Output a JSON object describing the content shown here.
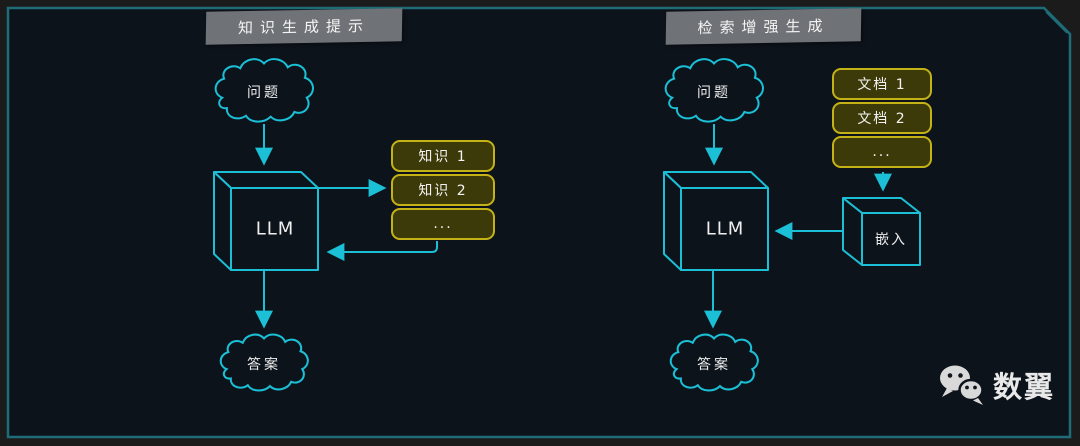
{
  "panels": [
    {
      "title": "知识生成提示",
      "question_label": "问题",
      "llm_label": "LLM",
      "boxes": [
        "知识 1",
        "知识 2",
        "..."
      ],
      "answer_label": "答案"
    },
    {
      "title": "检索增强生成",
      "question_label": "问题",
      "llm_label": "LLM",
      "boxes": [
        "文档 1",
        "文档 2",
        "..."
      ],
      "embed_label": "嵌入",
      "answer_label": "答案"
    }
  ],
  "watermark": {
    "brand": "数翼",
    "icon": "wechat-icon"
  },
  "colors": {
    "accent_cyan": "#1bbfd6",
    "frame_teal": "#1e6c77",
    "box_border_yellow": "#c4b216",
    "box_fill_olive": "#3c3a08",
    "banner_gray": "#6f7377",
    "bg_inner": "#0d131b",
    "bg_outer": "#1b1b1b"
  }
}
